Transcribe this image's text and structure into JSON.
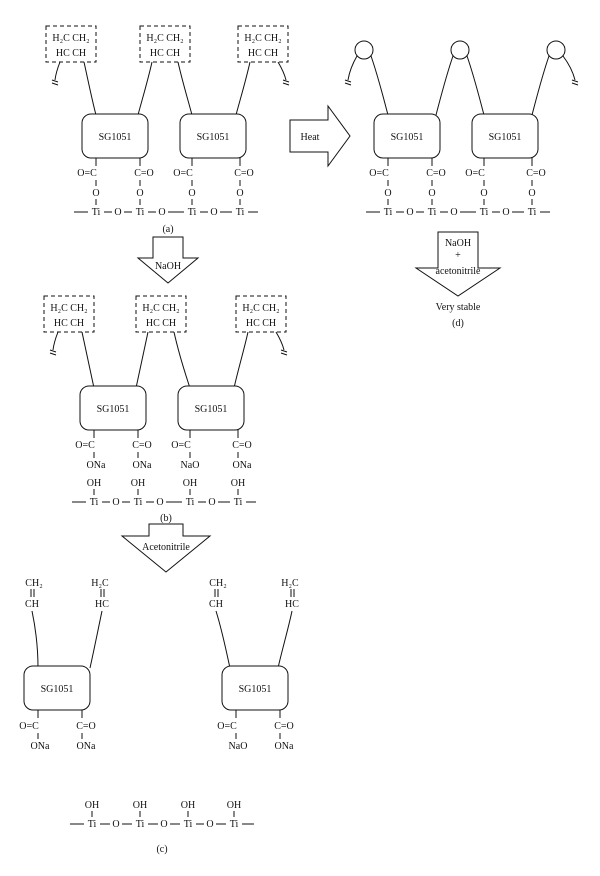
{
  "labels": {
    "panel_a": "(a)",
    "panel_b": "(b)",
    "panel_c": "(c)",
    "panel_d": "(d)"
  },
  "arrows": {
    "heat": "Heat",
    "naoh": "NaOH",
    "acetonitrile": "Acetonitrile",
    "d_top": "NaOH",
    "d_plus": "+",
    "d_bottom": "acetonitrile"
  },
  "note_d": "Very stable",
  "chem": {
    "core": "SG1051",
    "ester_left": "O=C",
    "ester_right": "C=O",
    "ester_o": "O",
    "salt_left": "ONa",
    "salt_right": "ONa",
    "salt_alt": "NaO",
    "ti": "Ti",
    "o": "O",
    "oh": "OH",
    "vinyl_top_left": "CH₂",
    "vinyl_bot_left": "CH",
    "vinyl_top_right": "H₂C",
    "vinyl_bot_right": "HC",
    "box_top": "H₂C CH₂",
    "box_bottom": "HC  CH"
  }
}
